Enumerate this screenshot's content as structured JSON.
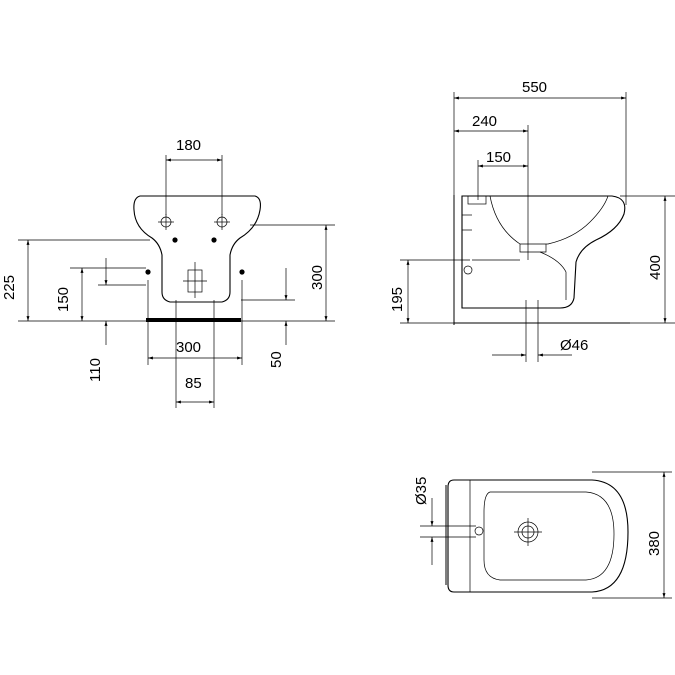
{
  "front_view": {
    "dim_tap_spacing": "180",
    "dim_height_225": "225",
    "dim_inlet_150": "150",
    "dim_height_300": "300",
    "dim_fixing_110": "110",
    "dim_width_300": "300",
    "dim_waste_85": "85",
    "dim_offset_50": "50"
  },
  "side_view": {
    "dim_depth_550": "550",
    "dim_240": "240",
    "dim_150": "150",
    "dim_height_400": "400",
    "dim_waste_195": "195",
    "dim_waste_dia": "Ø46"
  },
  "top_view": {
    "dim_dia_35": "Ø35",
    "dim_width_380": "380"
  }
}
